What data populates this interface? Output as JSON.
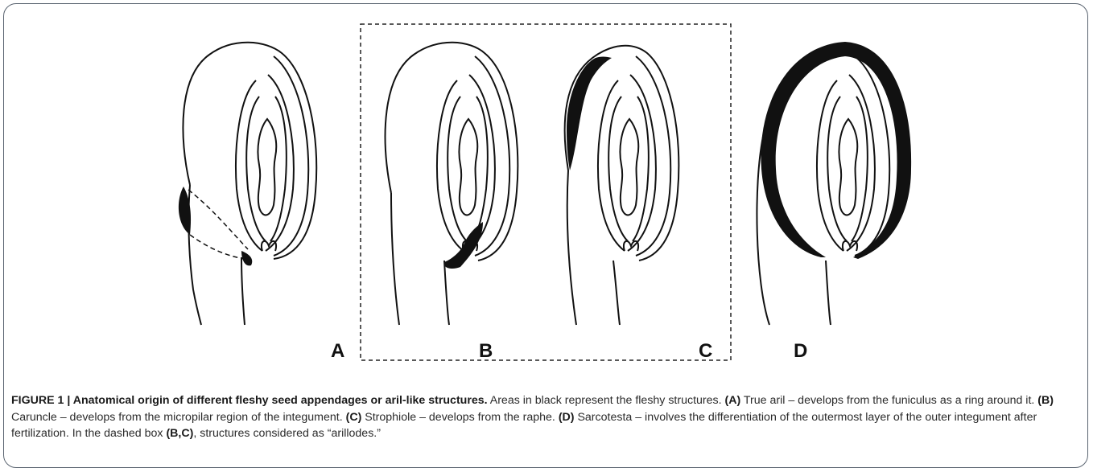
{
  "figure": {
    "panel_labels": [
      "A",
      "B",
      "C",
      "D"
    ],
    "caption": {
      "title": "FIGURE 1 | Anatomical origin of different fleshy seed appendages or aril-like structures.",
      "intro": " Areas in black represent the fleshy structures. ",
      "a_label": "(A)",
      "a_text": " True aril – develops from the funiculus as a ring around it. ",
      "b_label": "(B)",
      "b_text": " Caruncle – develops from the micropilar region of the integument. ",
      "c_label": "(C)",
      "c_text": " Strophiole – develops from the raphe. ",
      "d_label": "(D)",
      "d_text": " Sarcotesta – involves the differentiation of the outermost layer of the outer integument after fertilization. In the dashed box ",
      "bc_label": "(B,C)",
      "bc_text": ", structures considered as “arillodes.”"
    }
  }
}
